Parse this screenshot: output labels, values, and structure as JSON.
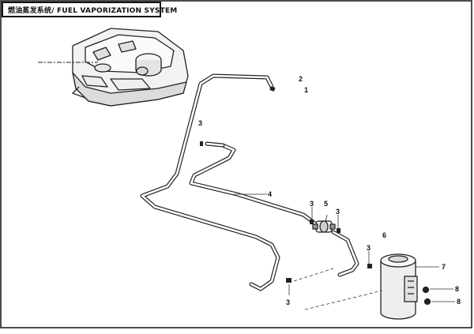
{
  "title": "燃油蒸发系统/ FUEL VAPORIZATION SYSTEM",
  "callouts": [
    {
      "id": "callout-2",
      "text": "2"
    },
    {
      "id": "callout-1",
      "text": "1"
    },
    {
      "id": "callout-3a",
      "text": "3"
    },
    {
      "id": "callout-4",
      "text": "4"
    },
    {
      "id": "callout-3b",
      "text": "3"
    },
    {
      "id": "callout-5",
      "text": "5"
    },
    {
      "id": "callout-3c",
      "text": "3"
    },
    {
      "id": "callout-6",
      "text": "6"
    },
    {
      "id": "callout-3d",
      "text": "3"
    },
    {
      "id": "callout-7",
      "text": "7"
    },
    {
      "id": "callout-8a",
      "text": "8"
    },
    {
      "id": "callout-8b",
      "text": "8"
    },
    {
      "id": "callout-3e",
      "text": "3"
    }
  ]
}
